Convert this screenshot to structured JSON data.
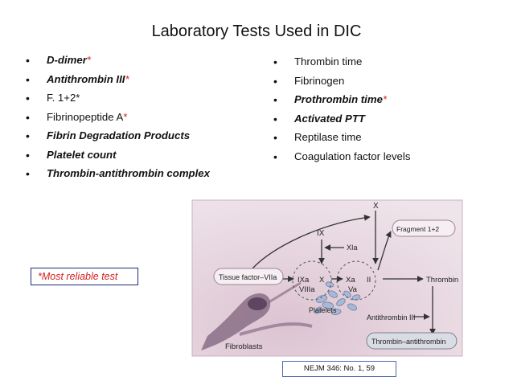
{
  "slide": {
    "title": "Laboratory  Tests Used in DIC",
    "left_items": [
      {
        "text": "D-dimer",
        "star": "*"
      },
      {
        "text": "Antithrombin III",
        "star": "*"
      },
      {
        "text": "F. 1+2*"
      },
      {
        "text": "Fibrinopeptide A",
        "star": "*"
      },
      {
        "text": "Fibrin Degradation Products"
      },
      {
        "text": "Platelet count"
      },
      {
        "text": "Thrombin-antithrombin complex"
      }
    ],
    "right_items": [
      {
        "text": "Thrombin time"
      },
      {
        "text": "Fibrinogen"
      },
      {
        "text": "Prothrombin time",
        "star": "*"
      },
      {
        "text": "Activated PTT"
      },
      {
        "text": "Reptilase time"
      },
      {
        "text": "Coagulation factor levels"
      }
    ],
    "note": "*Most reliable test",
    "citation": "NEJM 346: No. 1, 59"
  },
  "diagram": {
    "labels": {
      "x_top": "X",
      "ix": "IX",
      "xia": "XIa",
      "fragment": "Fragment 1+2",
      "tissue_factor": "Tissue factor–VIIa",
      "ixa": "IXa",
      "x_mid": "X",
      "viiia": "VIIIa",
      "xa": "Xa",
      "ii": "II",
      "va": "Va",
      "thrombin": "Thrombin",
      "platelets": "Platelets",
      "antithrombin": "Antithrombin III",
      "complex": "Thrombin–antithrombin",
      "fibroblasts": "Fibroblasts"
    },
    "colors": {
      "background": "#e9dbe3",
      "border": "#c9b2be",
      "arrow": "#333333",
      "box_fill": "#f6eef2",
      "box_border": "#9a8590",
      "cell": "#8a6f86",
      "platelet": "#a8b9d8"
    }
  }
}
